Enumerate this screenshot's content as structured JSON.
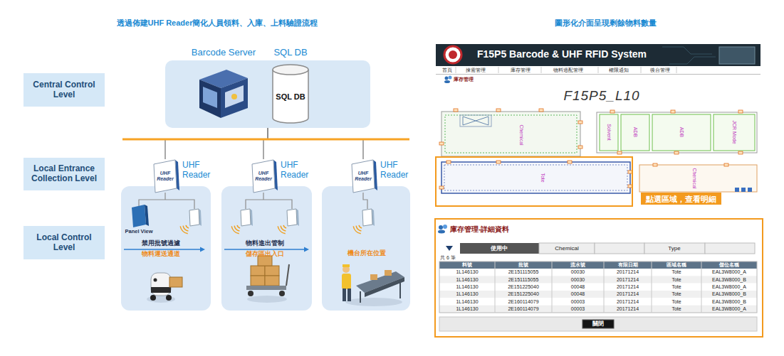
{
  "diagram": {
    "title": "透過佈建UHF Reader簡化人員領料、入庫、上料驗證流程",
    "nodes": [
      {
        "text": [
          "Central Control Level"
        ]
      },
      {
        "text": [
          "Local Entrance Collection Level"
        ]
      },
      {
        "text": [
          "Local Control Level"
        ]
      },
      {
        "text": [
          "Barcode Server",
          "SQL DB"
        ]
      },
      {
        "text": [
          "SQL DB"
        ],
        "in": 3
      },
      {
        "text": [
          "UHF Reader",
          "UHF Reader"
        ]
      },
      {
        "text": [
          "UHF Reader",
          "UHF Reader"
        ]
      },
      {
        "text": [
          "UHF Reader",
          "UHF Reader"
        ]
      },
      {
        "text": [
          "Panel View",
          "禁用批號過濾",
          "物料運送通道"
        ]
      },
      {
        "text": [
          "物料進出管制",
          "儲存區出入口"
        ]
      },
      {
        "text": [
          "機台所在位置"
        ]
      },
      {
        "text": [
          "點選區域，查看明細"
        ]
      },
      {
        "text": [
          "庫存管理-詳細資料"
        ]
      }
    ],
    "edges": [
      {
        "from": 3,
        "to": 5,
        "arrow": "none"
      },
      {
        "from": 3,
        "to": 6,
        "arrow": "none"
      },
      {
        "from": 3,
        "to": 7,
        "arrow": "none"
      }
    ],
    "labels": [
      "圖形化介面呈現剩餘物料數量",
      "F15P5 Barcode & UHF RFID System",
      "首頁",
      "揀需管理",
      "庫存管理",
      "物料過配管理",
      "權限通知",
      "後台管理",
      "庫存管理",
      "F15P5_L10",
      "Chemical",
      "Solvent",
      "ADB",
      "ADB",
      "JCR Mode",
      "Tote",
      "Chemical",
      "使用中",
      "Chemical",
      "Type",
      "共 6 筆",
      "料號",
      "批號",
      "流水號",
      "有限日期",
      "區域名稱",
      "儲位名稱",
      "1L146130",
      "2E151115055",
      "00030",
      "20171214",
      "Tote",
      "EAL3W8000_A",
      "1L146130",
      "2E151115055",
      "00030",
      "20171214",
      "Tote",
      "EAL3W8000_B",
      "1L146130",
      "2E151225040",
      "00048",
      "20171214",
      "Tote",
      "EAL3W8000_A",
      "1L146130",
      "2E151225040",
      "00048",
      "20171214",
      "Tote",
      "EAL3W8000_B",
      "1L146130",
      "2E160114079",
      "00003",
      "20171214",
      "Tote",
      "EAL3W8000_B",
      "1L146130",
      "2E160114079",
      "00003",
      "20171214",
      "Tote",
      "EAL3W8000_A",
      "關閉"
    ]
  }
}
